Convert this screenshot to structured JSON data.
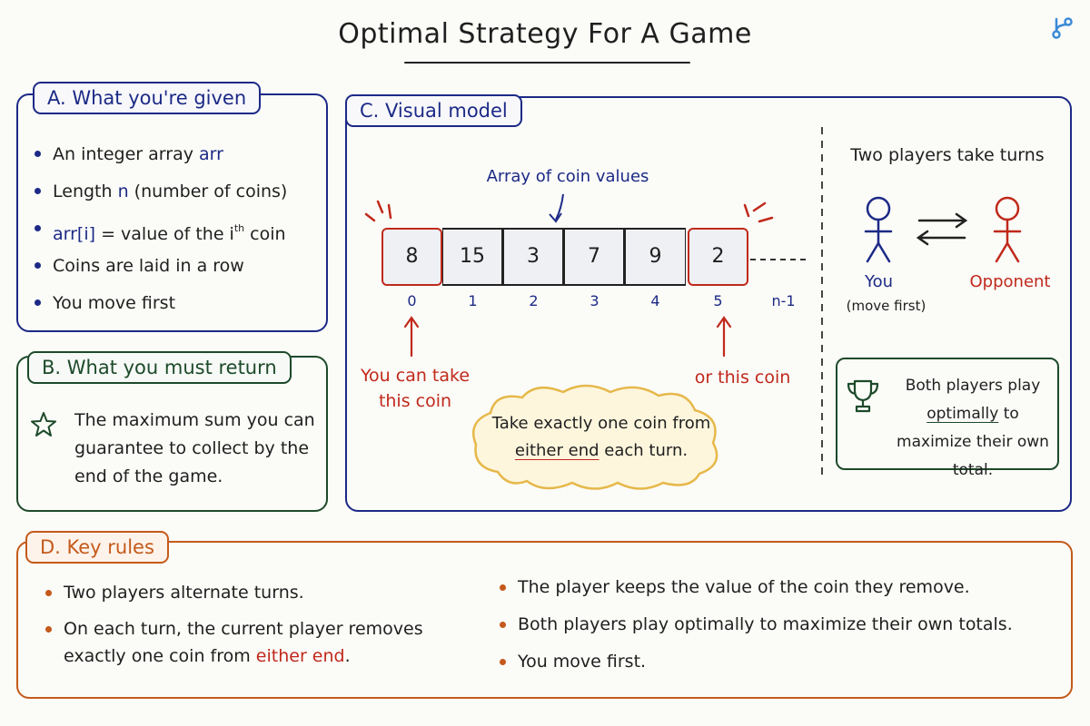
{
  "title": "Optimal Strategy For A Game",
  "section_a": {
    "tab": "A. What you're given",
    "items": [
      {
        "pre": "An integer array ",
        "code": "arr",
        "post": ""
      },
      {
        "pre": "Length ",
        "code": "n",
        "post": " (number of coins)"
      },
      {
        "pre": "",
        "code": "arr[i]",
        "post": " = value of the i",
        "sup": "th",
        "post2": " coin"
      },
      {
        "pre": "Coins are laid in a row",
        "code": "",
        "post": ""
      },
      {
        "pre": "You move first",
        "code": "",
        "post": ""
      }
    ]
  },
  "section_b": {
    "tab": "B. What you must return",
    "text": "The maximum sum you can guarantee to collect by the end of the game.",
    "icon": "star-icon"
  },
  "section_c": {
    "tab": "C. Visual model",
    "array_caption": "Array of coin values",
    "coins": [
      "8",
      "15",
      "3",
      "7",
      "9",
      "2"
    ],
    "indices": [
      "0",
      "1",
      "2",
      "3",
      "4",
      "5",
      "n-1"
    ],
    "take_left": "You can take this coin",
    "take_right": "or this coin",
    "cloud": {
      "pre": "Take exactly one coin from ",
      "highlight": "either end",
      "post": " each turn."
    },
    "players_title": "Two players take turns",
    "you_label": "You",
    "you_sub": "(move first)",
    "opponent_label": "Opponent",
    "optimal": {
      "pre": "Both players play ",
      "highlight": "optimally",
      "post": " to maximize their own total."
    },
    "trophy_icon": "trophy-icon"
  },
  "section_d": {
    "tab": "D. Key rules",
    "left": [
      {
        "text": "Two players alternate turns."
      },
      {
        "pre": "On each turn, the current player removes exactly one coin from ",
        "highlight": "either end",
        "post": "."
      }
    ],
    "right": [
      "The player keeps the value of the coin they remove.",
      "Both players play optimally to maximize their own totals.",
      "You move first."
    ]
  },
  "colors": {
    "blue": "#1c2a86",
    "green": "#1d4a2a",
    "orange": "#c45a1b",
    "red": "#c0291b",
    "cloud_fill": "#fdf6dd",
    "cloud_stroke": "#e6b84a"
  }
}
